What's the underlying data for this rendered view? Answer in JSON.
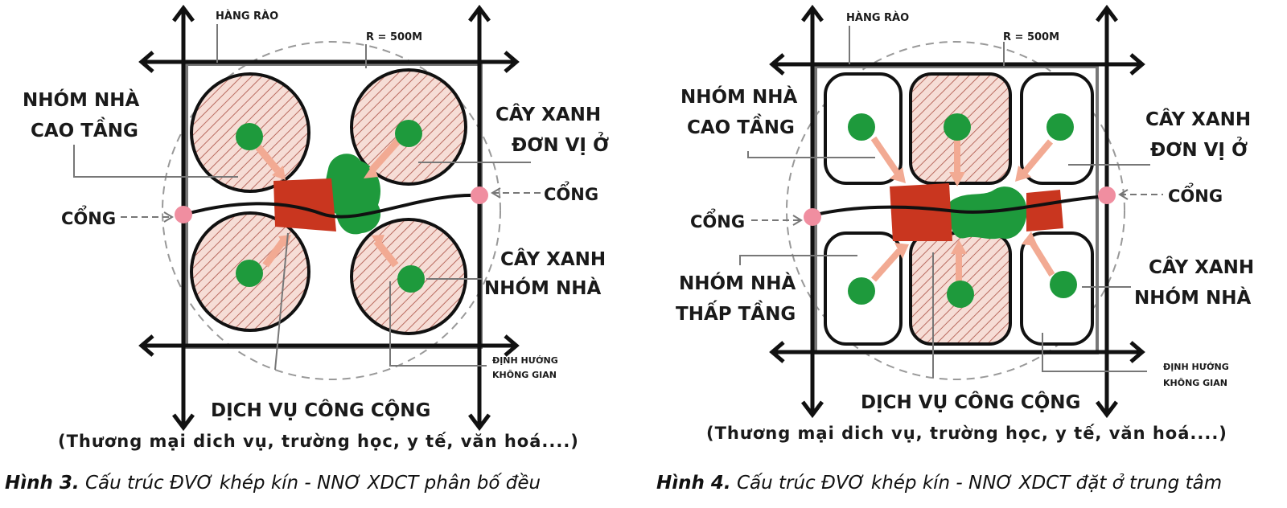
{
  "figures": [
    {
      "labels": {
        "fence": "HÀNG RÀO",
        "radius": "R = 500M",
        "highrise_group_1": "NHÓM NHÀ",
        "highrise_group_2": "CAO TẦNG",
        "unit_green_1": "CÂY XANH",
        "unit_green_2": "ĐƠN VỊ Ở",
        "gate_right": "CỔNG",
        "gate_left": "CỔNG",
        "group_green_1": "CÂY XANH",
        "group_green_2": "NHÓM NHÀ",
        "orientation_1": "ĐỊNH HƯỚNG",
        "orientation_2": "KHÔNG GIAN",
        "public_service": "DỊCH VỤ CÔNG CỘNG",
        "public_service_detail": "(Thương mại dich vụ, trường học, y tế, văn hoá....)"
      },
      "caption": {
        "number": "Hình 3.",
        "text": "Cấu trúc ĐVƠ khép kín - NNƠ XDCT phân bố đều"
      }
    },
    {
      "labels": {
        "fence": "HÀNG RÀO",
        "radius": "R = 500M",
        "highrise_group_1": "NHÓM NHÀ",
        "highrise_group_2": "CAO TẦNG",
        "unit_green_1": "CÂY XANH",
        "unit_green_2": "ĐƠN VỊ Ở",
        "gate_right": "CỔNG",
        "gate_left": "CỔNG",
        "lowrise_group_1": "NHÓM NHÀ",
        "lowrise_group_2": "THẤP TẦNG",
        "group_green_1": "CÂY XANH",
        "group_green_2": "NHÓM NHÀ",
        "orientation_1": "ĐỊNH HƯỚNG",
        "orientation_2": "KHÔNG GIAN",
        "public_service": "DỊCH VỤ CÔNG CỘNG",
        "public_service_detail": "(Thương mại dich vụ, trường học, y tế, văn hoá....)"
      },
      "caption": {
        "number": "Hình 4.",
        "text": "Cấu trúc ĐVƠ khép kín - NNƠ XDCT đặt ở trung tâm"
      }
    }
  ],
  "colors": {
    "green": "#1e9a3c",
    "service_red": "#c9361f",
    "arrow_pink": "#f2aa93",
    "gate_pink": "#f08ea0",
    "hatch": "#b96b60",
    "fill_pink": "#f6ddd6",
    "frame_grey": "#777777"
  },
  "icons": [
    "arrowhead-icon",
    "gate-icon"
  ]
}
